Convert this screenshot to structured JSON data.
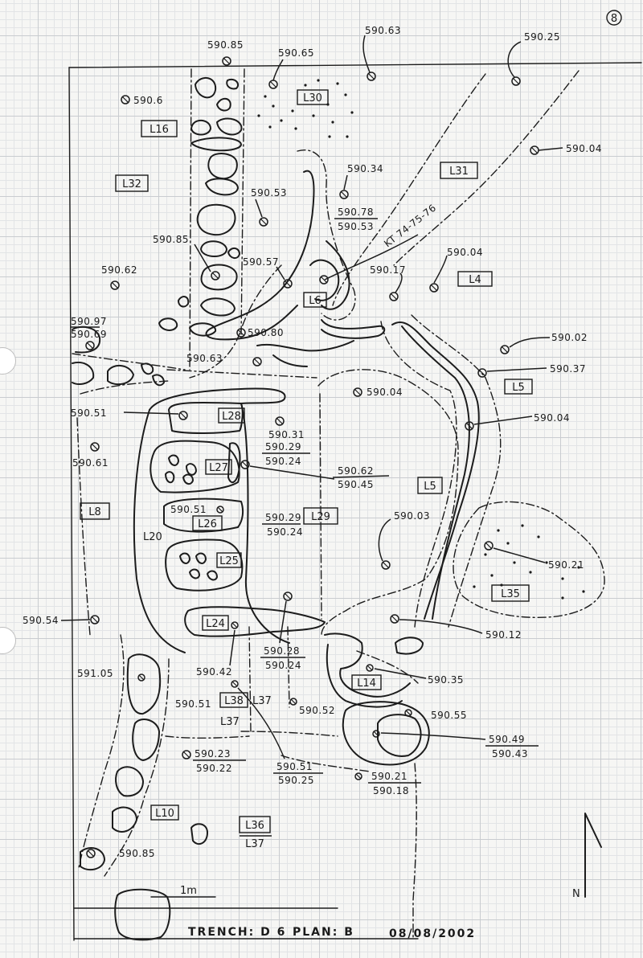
{
  "sheet": {
    "page_number": "8",
    "footer": {
      "trench": "TRENCH: D 6",
      "plan": "PLAN: B",
      "date": "08/08/2002"
    },
    "scale_label": "1m",
    "north_label": "N"
  },
  "loci": {
    "l16": "L16",
    "l30": "L30",
    "l32": "L32",
    "l31": "L31",
    "l4": "L4",
    "l6": "L6",
    "l5a": "L5",
    "l5b": "L5",
    "l28": "L28",
    "l27": "L27",
    "l8": "L8",
    "l26": "L26",
    "l29": "L29",
    "l20": "L20",
    "l25": "L25",
    "l35": "L35",
    "l24": "L24",
    "l14": "L14",
    "l38": "L38",
    "l37a": "L37",
    "l37b": "L37",
    "l10": "L10",
    "l36": "L36",
    "l37c": "L37"
  },
  "levels": {
    "p59085_top": "590.85",
    "p59065": "590.65",
    "p59063_top": "590.63",
    "p59025": "590.25",
    "p5906": "590.6",
    "p59004_ne": "590.04",
    "p59034": "590.34",
    "p59053": "590.53",
    "p59078": "590.78",
    "p59053b": "590.53",
    "kt": "KT 74-75-76",
    "p59085_mid": "590.85",
    "p59004_l4": "590.04",
    "p59062": "590.62",
    "p59057": "590.57",
    "p59017": "590.17",
    "p59097": "590.97",
    "p59069": "590.69",
    "p59080": "590.80",
    "p59002": "590.02",
    "p59063_mid": "590.63",
    "p59037": "590.37",
    "p59004_c": "590.04",
    "p59051_w": "590.51",
    "p59031": "590.31",
    "p59004_e": "590.04",
    "p59029": "590.29",
    "p59024": "590.24",
    "p59061": "590.61",
    "p590625": "590.62",
    "p59045": "590.45",
    "p59051_l26": "590.51",
    "p59029b": "590.29",
    "p59024b": "590.24",
    "p59003": "590.03",
    "p59021": "590.21",
    "p59054": "590.54",
    "p59012": "590.12",
    "p59028": "590.28",
    "p59024c": "590.24",
    "p59042": "590.42",
    "p59105": "591.05",
    "p59035": "590.35",
    "p59051_l38": "590.51",
    "p59052": "590.52",
    "p59055": "590.55",
    "p59049": "590.49",
    "p59043": "590.43",
    "p59023": "590.23",
    "p59022": "590.22",
    "p59051_s": "590.51",
    "p59025_s": "590.25",
    "p59021b": "590.21",
    "p59018": "590.18",
    "p59085_bot": "590.85"
  }
}
